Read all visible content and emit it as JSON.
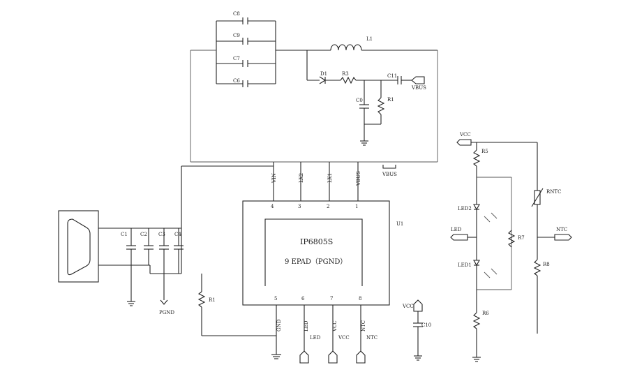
{
  "capacitors": {
    "c8": "C8",
    "c9": "C9",
    "c7": "C7",
    "c6": "C6",
    "c11": "C11",
    "c0": "C0",
    "c1": "C1",
    "c2": "C2",
    "c3": "C3",
    "c4": "C4",
    "c10": "C10"
  },
  "inductors": {
    "l1": "L1"
  },
  "diodes": {
    "d1": "D1"
  },
  "resistors": {
    "r3": "R3",
    "r1_top": "R1",
    "r1_left": "R1",
    "r5": "R5",
    "r7": "R7",
    "r8": "R8",
    "r6": "R6",
    "rntc": "RNTC"
  },
  "leds": {
    "led2": "LED2",
    "led1": "LED1"
  },
  "ports": {
    "vbus_top": "VBUS",
    "vbus_chip": "VBUS",
    "vcc_top": "VCC",
    "vcc_mid": "VCC",
    "led_left": "LED",
    "ntc_right": "NTC",
    "led_bottom": "LED",
    "vcc_bottom": "VCC",
    "ntc_bottom": "NTC",
    "pgnd": "PGND"
  },
  "chip": {
    "title": "IP6805S",
    "subtitle": "9 EPAD（PGND）",
    "designator": "U1",
    "top_pins": [
      {
        "num": "4",
        "name": "VIN"
      },
      {
        "num": "3",
        "name": "LX2"
      },
      {
        "num": "2",
        "name": "LX1"
      },
      {
        "num": "1",
        "name": "VBUS"
      }
    ],
    "bottom_pins": [
      {
        "num": "5",
        "name": "GND"
      },
      {
        "num": "6",
        "name": "LED"
      },
      {
        "num": "7",
        "name": "VCC"
      },
      {
        "num": "8",
        "name": "NTC"
      }
    ]
  }
}
